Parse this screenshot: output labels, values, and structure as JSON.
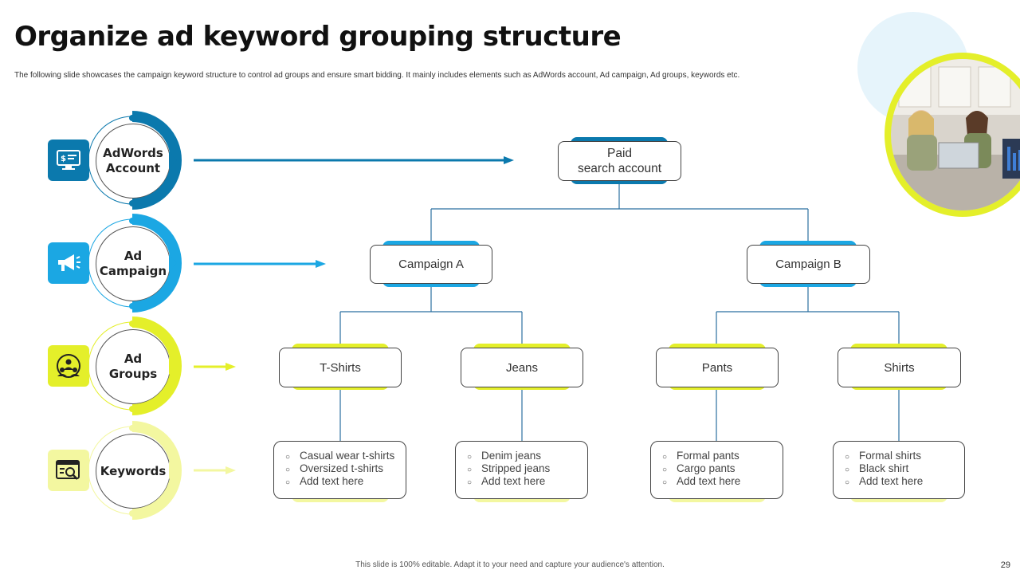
{
  "title": "Organize ad keyword grouping structure",
  "subtitle": "The following slide showcases the campaign keyword structure to control ad groups and ensure smart bidding. It mainly includes elements such as AdWords account, Ad campaign, Ad groups, keywords etc.",
  "footer": "This slide is 100% editable. Adapt it to your need and capture your audience's attention.",
  "page_number": "29",
  "colors": {
    "dark_blue": "#0b79ad",
    "blue": "#1ba7e3",
    "yellow": "#e4ef2a",
    "light_yellow": "#f3f7a0"
  },
  "legend": [
    {
      "label": "AdWords\nAccount",
      "icon": "account-dashboard-icon",
      "color": "#0b79ad"
    },
    {
      "label": "Ad\nCampaign",
      "icon": "megaphone-icon",
      "color": "#1ba7e3"
    },
    {
      "label": "Ad\nGroups",
      "icon": "group-icon",
      "color": "#e4ef2a"
    },
    {
      "label": "Keywords",
      "icon": "keyword-search-icon",
      "color": "#f3f7a0"
    }
  ],
  "tree": {
    "root": "Paid\nsearch account",
    "campaigns": [
      "Campaign A",
      "Campaign B"
    ],
    "ad_groups": [
      "T-Shirts",
      "Jeans",
      "Pants",
      "Shirts"
    ],
    "keywords": [
      [
        "Casual wear t-shirts",
        "Oversized t-shirts",
        "Add text here"
      ],
      [
        "Denim jeans",
        "Stripped jeans",
        "Add text here"
      ],
      [
        "Formal pants",
        "Cargo pants",
        "Add text here"
      ],
      [
        "Formal shirts",
        "Black shirt",
        "Add text here"
      ]
    ]
  }
}
